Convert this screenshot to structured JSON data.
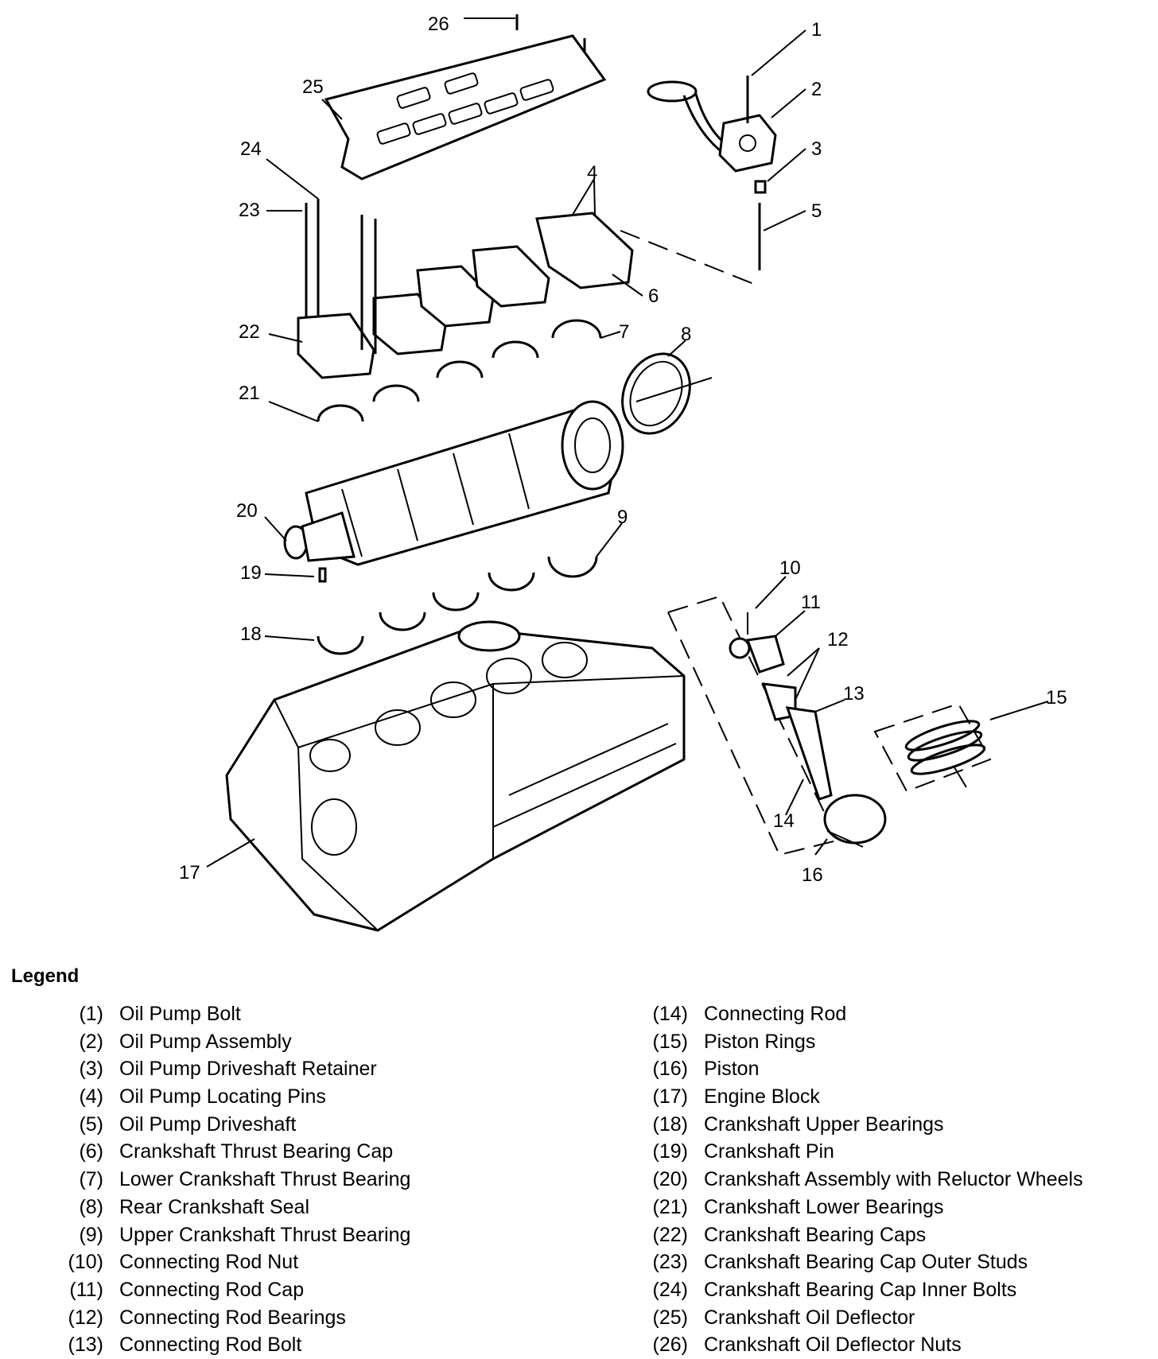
{
  "callouts": [
    "1",
    "2",
    "3",
    "4",
    "5",
    "6",
    "7",
    "8",
    "9",
    "10",
    "11",
    "12",
    "13",
    "14",
    "15",
    "16",
    "17",
    "18",
    "19",
    "20",
    "21",
    "22",
    "23",
    "24",
    "25",
    "26"
  ],
  "legend": {
    "title": "Legend",
    "left": [
      {
        "num": "(1)",
        "label": "Oil Pump Bolt"
      },
      {
        "num": "(2)",
        "label": "Oil Pump Assembly"
      },
      {
        "num": "(3)",
        "label": "Oil Pump Driveshaft Retainer"
      },
      {
        "num": "(4)",
        "label": "Oil Pump Locating Pins"
      },
      {
        "num": "(5)",
        "label": "Oil Pump Driveshaft"
      },
      {
        "num": "(6)",
        "label": "Crankshaft Thrust Bearing Cap"
      },
      {
        "num": "(7)",
        "label": "Lower Crankshaft Thrust Bearing"
      },
      {
        "num": "(8)",
        "label": "Rear Crankshaft Seal"
      },
      {
        "num": "(9)",
        "label": "Upper Crankshaft Thrust Bearing"
      },
      {
        "num": "(10)",
        "label": "Connecting Rod Nut"
      },
      {
        "num": "(11)",
        "label": "Connecting Rod Cap"
      },
      {
        "num": "(12)",
        "label": "Connecting Rod Bearings"
      },
      {
        "num": "(13)",
        "label": "Connecting Rod Bolt"
      }
    ],
    "right": [
      {
        "num": "(14)",
        "label": "Connecting Rod"
      },
      {
        "num": "(15)",
        "label": "Piston Rings"
      },
      {
        "num": "(16)",
        "label": "Piston"
      },
      {
        "num": "(17)",
        "label": "Engine Block"
      },
      {
        "num": "(18)",
        "label": "Crankshaft Upper Bearings"
      },
      {
        "num": "(19)",
        "label": "Crankshaft Pin"
      },
      {
        "num": "(20)",
        "label": "Crankshaft Assembly with Reluctor Wheels"
      },
      {
        "num": "(21)",
        "label": "Crankshaft Lower Bearings"
      },
      {
        "num": "(22)",
        "label": "Crankshaft Bearing Caps"
      },
      {
        "num": "(23)",
        "label": "Crankshaft Bearing Cap Outer Studs"
      },
      {
        "num": "(24)",
        "label": "Crankshaft Bearing Cap Inner Bolts"
      },
      {
        "num": "(25)",
        "label": "Crankshaft Oil Deflector"
      },
      {
        "num": "(26)",
        "label": "Crankshaft Oil Deflector Nuts"
      }
    ]
  }
}
